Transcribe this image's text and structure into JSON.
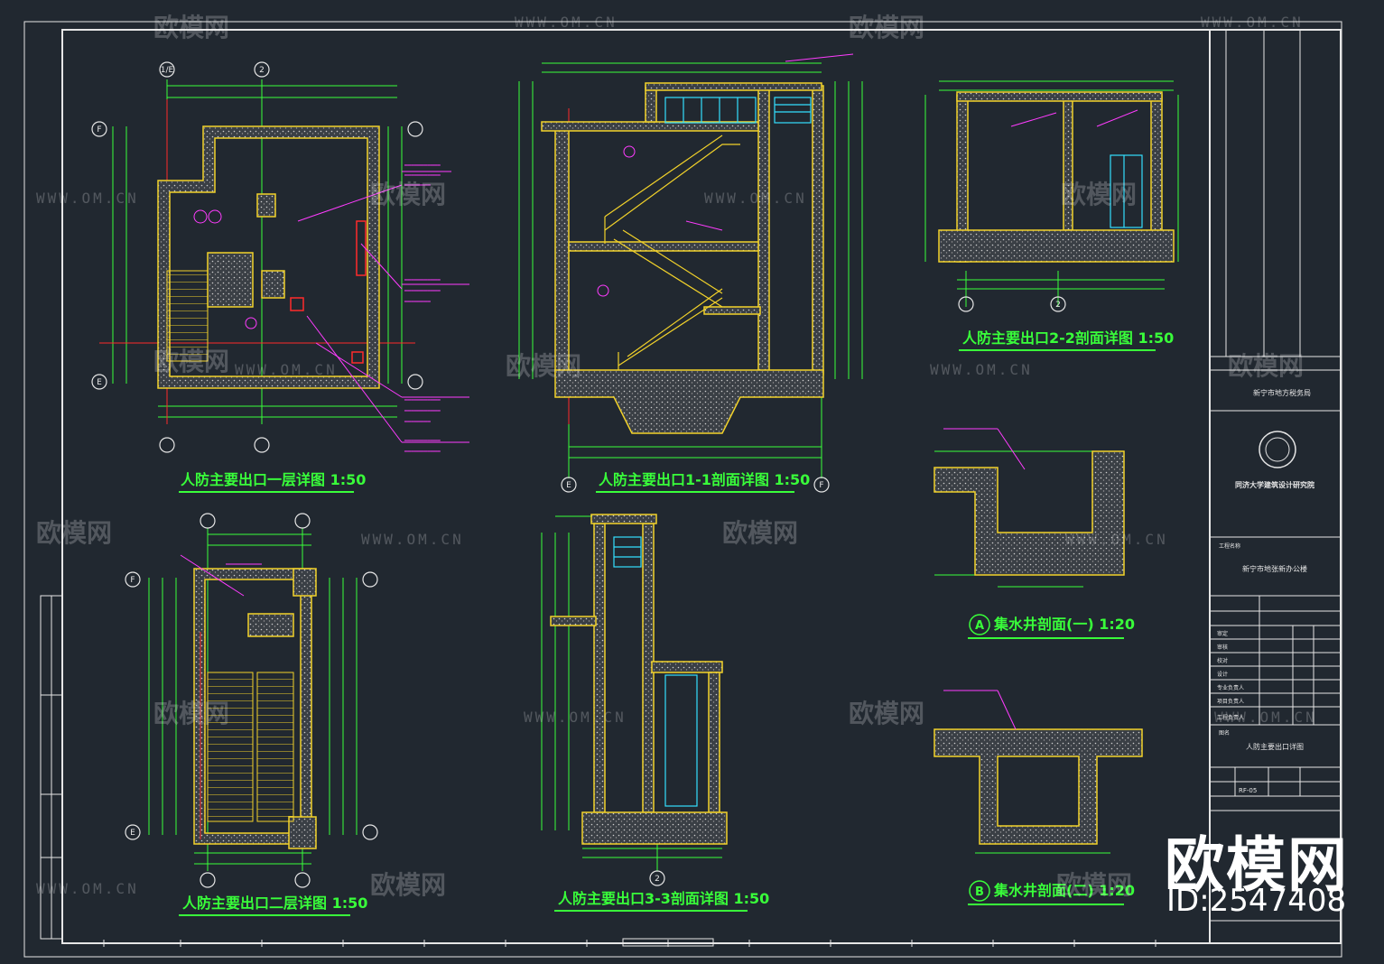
{
  "drawing": {
    "titles": {
      "plan1": "人防主要出口一层详图 1:50",
      "section11": "人防主要出口1-1剖面详图 1:50",
      "section22": "人防主要出口2-2剖面详图 1:50",
      "plan2": "人防主要出口二层详图 1:50",
      "section33": "人防主要出口3-3剖面详图 1:50",
      "sumpA": "集水井剖面(一) 1:20",
      "sumpB": "集水井剖面(二) 1:20"
    },
    "sumpA_marker": "A",
    "sumpB_marker": "B",
    "axis_labels": [
      "1/E",
      "2",
      "F",
      "E"
    ],
    "title_block": {
      "institute": "同济大学建筑设计研究院",
      "project_label": "工程名称",
      "project": "新宁市地张新办公楼",
      "drawing_label": "图名",
      "drawing_name": "人防主要出口详图",
      "drawing_no": "RF-05",
      "client": "新宁市地方税务局",
      "rows": [
        "审定",
        "审核",
        "校对",
        "设计",
        "专业负责人",
        "项目负责人",
        "工程负责人"
      ]
    }
  },
  "watermark": {
    "logo_text": "欧模网",
    "site": "WWW.OM.CN",
    "brand": "欧模网",
    "id": "ID:2547408"
  },
  "colors": {
    "background": "#212830",
    "frame": "#e6e6e6",
    "wall": "#f2d22a",
    "dimension": "#39ff3a",
    "annotation": "#ff3cff",
    "accent_red": "#ff2a2a",
    "accent_cyan": "#33e0ff"
  }
}
